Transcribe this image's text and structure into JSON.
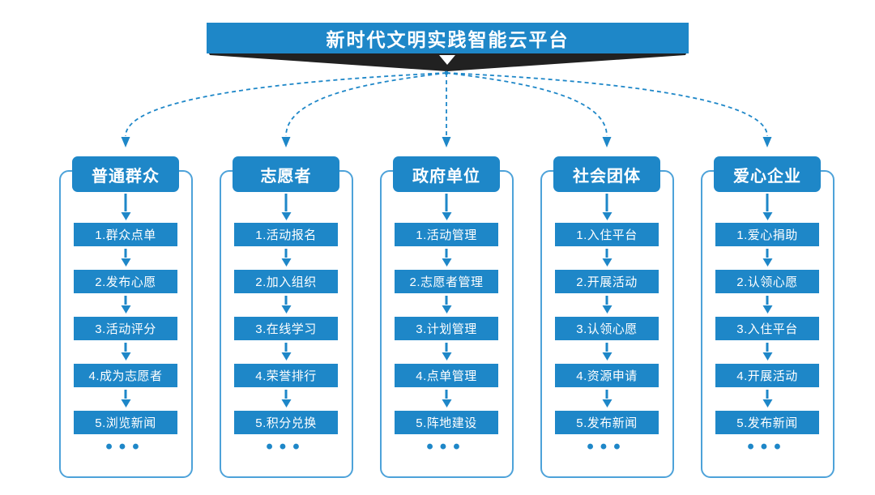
{
  "title": {
    "text": "新时代文明实践智能云平台"
  },
  "colors": {
    "primary_blue": "#1e87c8",
    "border_blue": "#4da2d9",
    "shadow_black": "#212121",
    "text_white": "#ffffff",
    "page_bg": "#ffffff"
  },
  "ellipsis": "•••",
  "columns": [
    {
      "title": "普通群众",
      "items": [
        "1.群众点单",
        "2.发布心愿",
        "3.活动评分",
        "4.成为志愿者",
        "5.浏览新闻"
      ]
    },
    {
      "title": "志愿者",
      "items": [
        "1.活动报名",
        "2.加入组织",
        "3.在线学习",
        "4.荣誉排行",
        "5.积分兑换"
      ]
    },
    {
      "title": "政府单位",
      "items": [
        "1.活动管理",
        "2.志愿者管理",
        "3.计划管理",
        "4.点单管理",
        "5.阵地建设"
      ]
    },
    {
      "title": "社会团体",
      "items": [
        "1.入住平台",
        "2.开展活动",
        "3.认领心愿",
        "4.资源申请",
        "5.发布新闻"
      ]
    },
    {
      "title": "爱心企业",
      "items": [
        "1.爱心捐助",
        "2.认领心愿",
        "3.入住平台",
        "4.开展活动",
        "5.发布新闻"
      ]
    }
  ]
}
